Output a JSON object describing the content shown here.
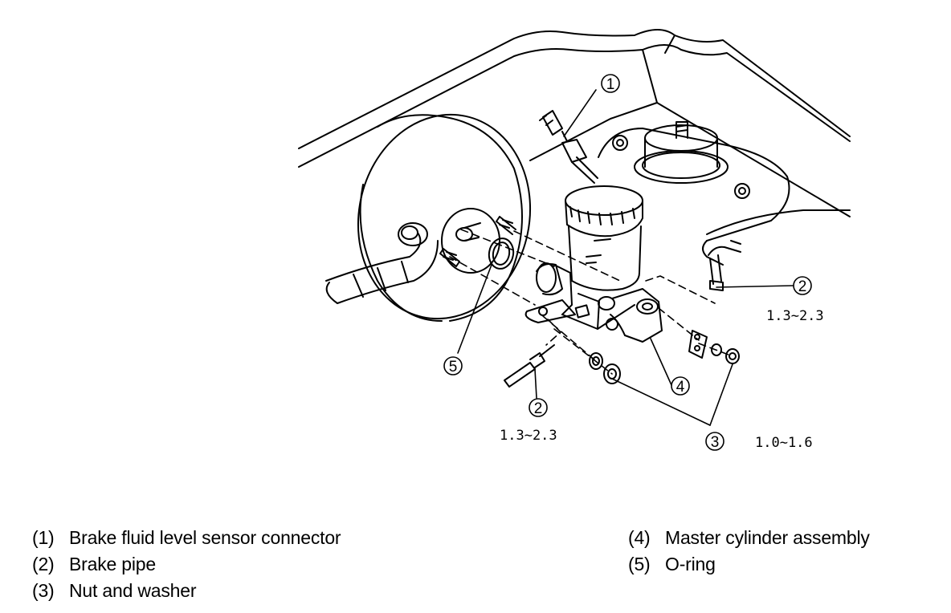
{
  "callouts": [
    {
      "id": "1",
      "glyph": "1"
    },
    {
      "id": "2a",
      "glyph": "2",
      "torque": "1.3∼2.3"
    },
    {
      "id": "2b",
      "glyph": "2",
      "torque": "1.3∼2.3"
    },
    {
      "id": "3",
      "glyph": "3",
      "torque": "1.0∼1.6"
    },
    {
      "id": "4",
      "glyph": "4"
    },
    {
      "id": "5",
      "glyph": "5"
    }
  ],
  "legend": {
    "left": [
      {
        "num": "(1)",
        "text": "Brake fluid level sensor connector"
      },
      {
        "num": "(2)",
        "text": "Brake pipe"
      },
      {
        "num": "(3)",
        "text": "Nut and washer"
      }
    ],
    "right": [
      {
        "num": "(4)",
        "text": "Master cylinder assembly"
      },
      {
        "num": "(5)",
        "text": "O-ring"
      }
    ]
  }
}
